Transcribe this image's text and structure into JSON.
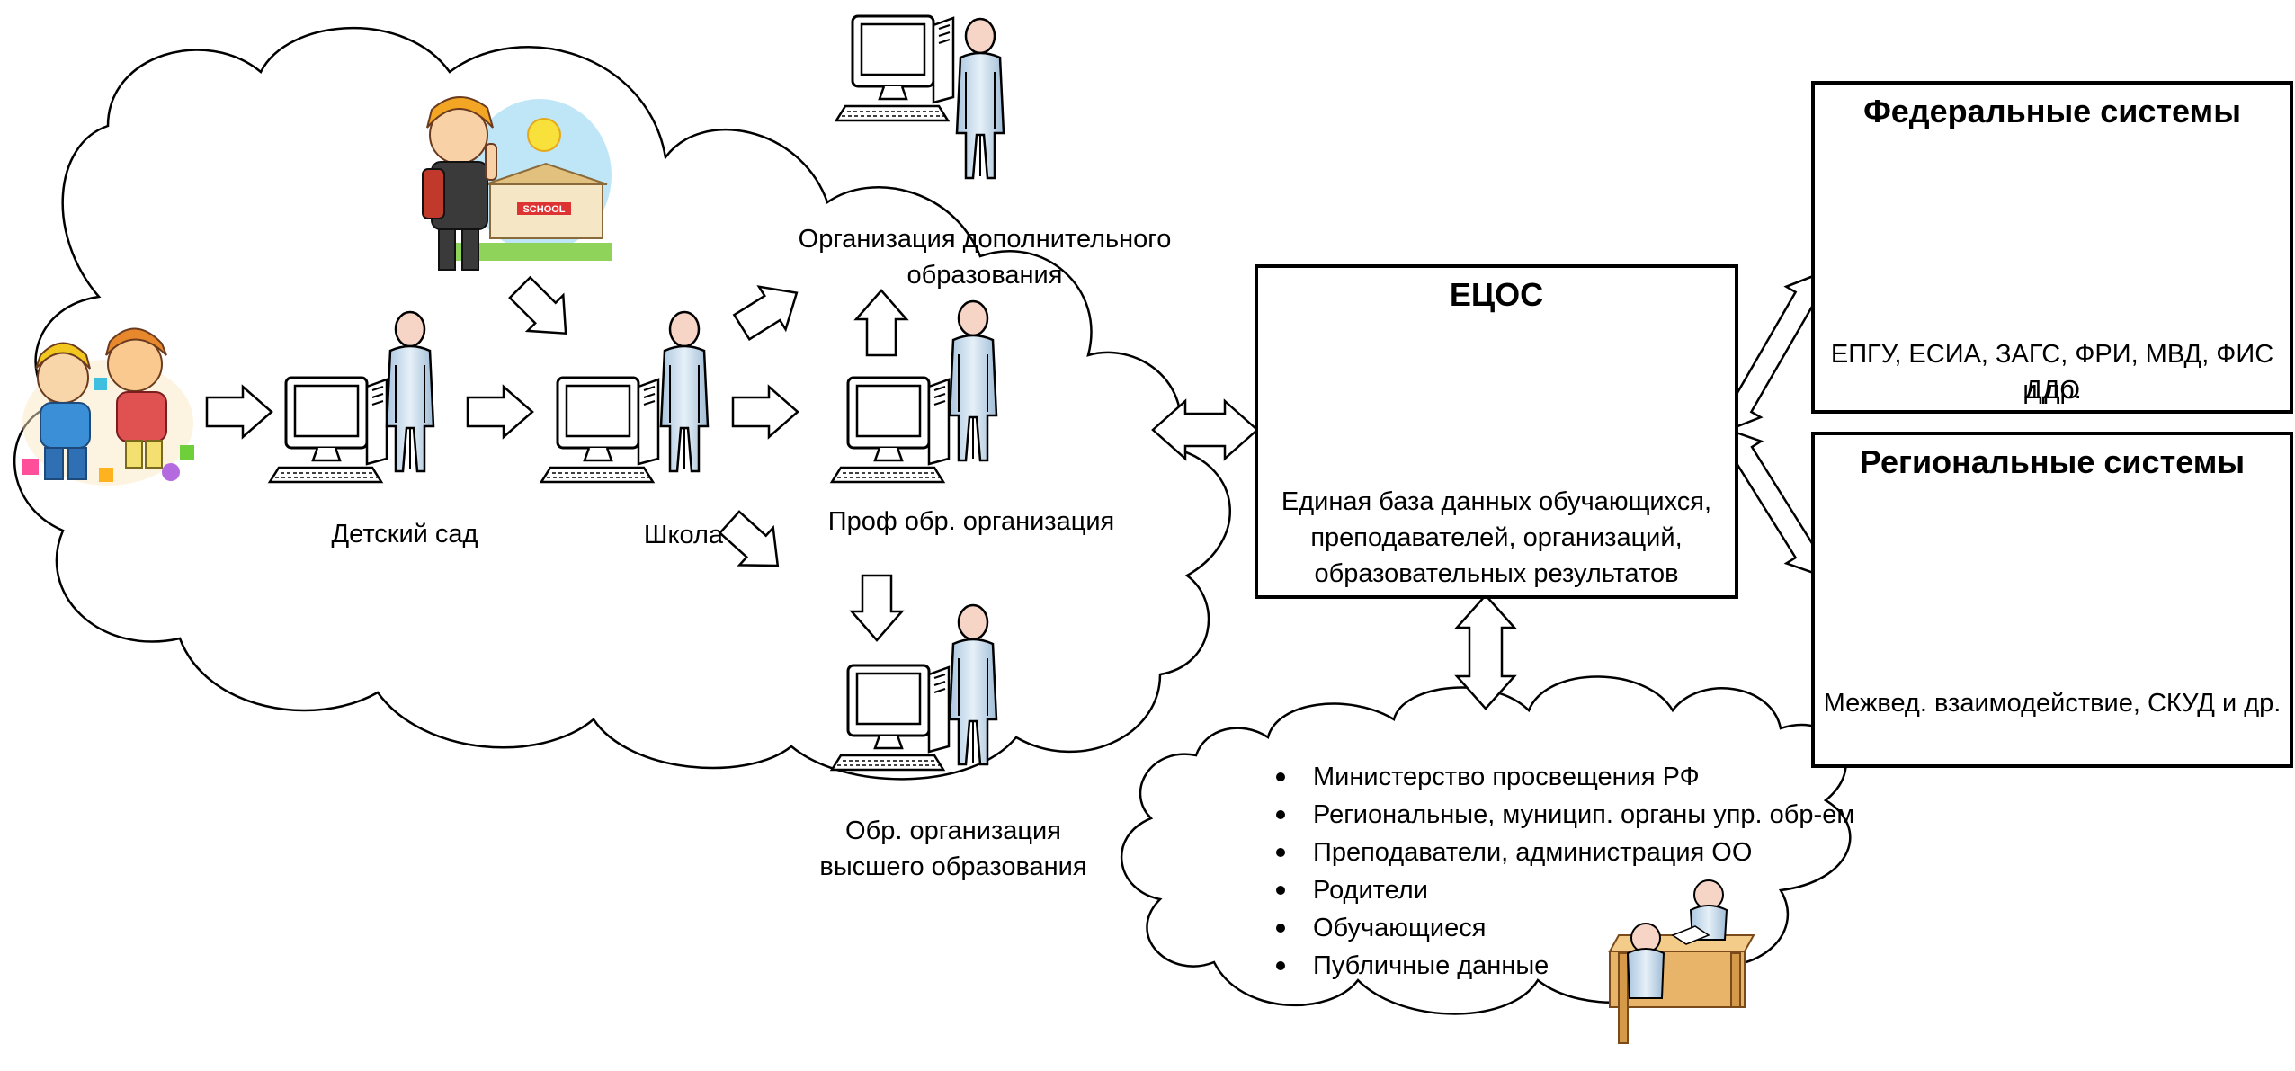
{
  "flow": {
    "kindergarten": "Детский сад",
    "school": "Школа",
    "additional_education": [
      "Организация дополнительного",
      "образования"
    ],
    "vocational": "Проф обр. организация",
    "higher_education": [
      "Обр. организация",
      "высшего образования"
    ]
  },
  "ecos": {
    "title": "ЕЦОС",
    "description": [
      "Единая база данных обучающихся,",
      "преподавателей, организаций,",
      "образовательных результатов"
    ]
  },
  "federal": {
    "title": "Федеральные системы",
    "description": [
      "ЕПГУ, ЕСИА, ЗАГС, ФРИ, МВД, ФИС ДДО",
      "и др."
    ]
  },
  "regional": {
    "title": "Региональные системы",
    "description": "Межвед. взаимодействие, СКУД и др."
  },
  "audience": [
    "Министерство просвещения РФ",
    "Региональные, муницип. органы упр. обр-ем",
    "Преподаватели, администрация ОО",
    "Родители",
    "Обучающиеся",
    "Публичные данные"
  ],
  "school_sign": "SCHOOL"
}
